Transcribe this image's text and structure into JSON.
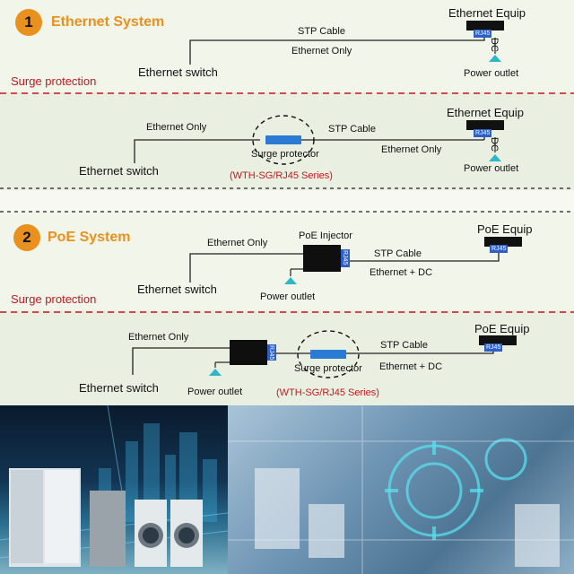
{
  "colors": {
    "accent_orange": "#e8911f",
    "surge_red": "#c0191f",
    "diagram_bg_1": "#f1f5ea",
    "diagram_bg_2": "#e9f0df",
    "surge_blue": "#2a7bd4",
    "power_outlet": "#2fb6c9"
  },
  "section1": {
    "number": "1",
    "title": "Ethernet System",
    "row1": {
      "equip": "Ethernet Equip",
      "rj45": "RJ45",
      "dc": "DC",
      "stp": "STP Cable",
      "ethernet_only": "Ethernet Only",
      "switch": "Ethernet switch",
      "outlet": "Power outlet"
    },
    "surge_label": "Surge protection",
    "row2": {
      "equip": "Ethernet Equip",
      "rj45": "RJ45",
      "dc": "DC",
      "ethernet_only_left": "Ethernet Only",
      "stp": "STP Cable",
      "ethernet_only_right": "Ethernet Only",
      "surge": "Surge protector",
      "series": "(WTH-SG/RJ45 Series)",
      "switch": "Ethernet switch",
      "outlet": "Power outlet"
    }
  },
  "section2": {
    "number": "2",
    "title": "PoE System",
    "row1": {
      "ethernet_only": "Ethernet Only",
      "injector": "PoE Injector",
      "rj45_inj": "RJ45",
      "stp": "STP Cable",
      "equip": "PoE Equip",
      "rj45_eq": "RJ45",
      "eth_dc": "Ethernet + DC",
      "switch": "Ethernet switch",
      "outlet": "Power outlet"
    },
    "surge_label": "Surge protection",
    "row2": {
      "ethernet_only": "Ethernet Only",
      "rj45_inj": "RJ45",
      "stp": "STP Cable",
      "equip": "PoE Equip",
      "rj45_eq": "RJ45",
      "eth_dc": "Ethernet + DC",
      "surge": "Surge protector",
      "series": "(WTH-SG/RJ45 Series)",
      "switch": "Ethernet switch",
      "outlet": "Power outlet"
    }
  }
}
